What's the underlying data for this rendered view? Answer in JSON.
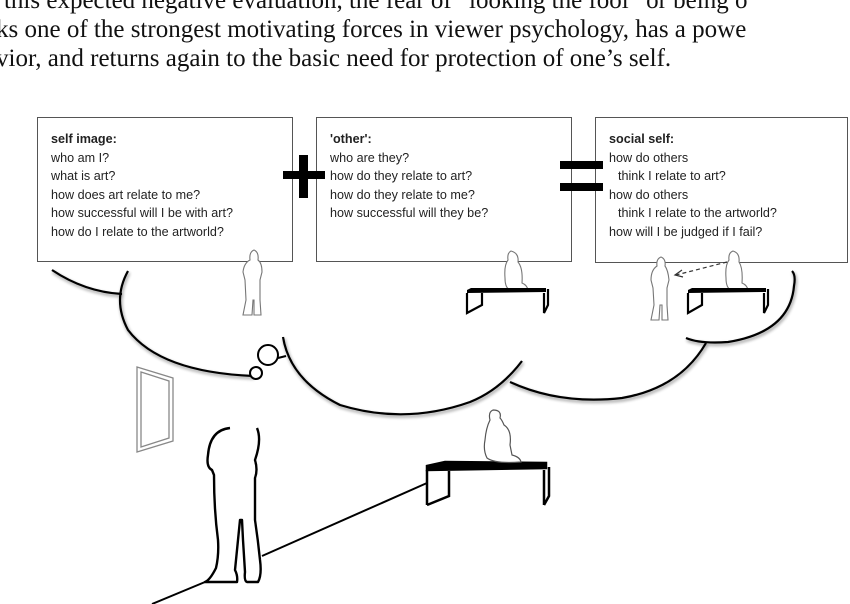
{
  "prose": {
    "lines": [
      "s this expected negative evaluation, the fear of “looking the fool” or being o",
      "ks one of the strongest motivating forces in viewer psychology, has a powe",
      "vior, and returns again to the basic need for protection of one’s self."
    ]
  },
  "diagram": {
    "operators": {
      "plus": "+",
      "equals": "="
    },
    "boxes": [
      {
        "title": "self image:",
        "lines": [
          {
            "text": "who am I?",
            "indent": false
          },
          {
            "text": "what is art?",
            "indent": false
          },
          {
            "text": "how does art relate to me?",
            "indent": false
          },
          {
            "text": "how successful will I be with art?",
            "indent": false
          },
          {
            "text": "how do I relate to the artworld?",
            "indent": false
          }
        ],
        "figure": "standing-person-icon"
      },
      {
        "title": "'other':",
        "lines": [
          {
            "text": "who are they?",
            "indent": false
          },
          {
            "text": "how do they relate to art?",
            "indent": false
          },
          {
            "text": "how do they relate to me?",
            "indent": false
          },
          {
            "text": "how successful will they be?",
            "indent": false
          }
        ],
        "figure": "seated-person-on-bench-icon"
      },
      {
        "title": "social self:",
        "lines": [
          {
            "text": "how do others",
            "indent": false
          },
          {
            "text": "think I relate to art?",
            "indent": true
          },
          {
            "text": "how do others",
            "indent": false
          },
          {
            "text": "think I relate to the artworld?",
            "indent": true
          },
          {
            "text": "how will I be judged if I fail?",
            "indent": false
          }
        ],
        "figure": "seated-person-gazing-at-standing-person-icon"
      }
    ],
    "scene": {
      "elements": [
        "thought-cloud",
        "thought-bubbles",
        "picture-frame",
        "viewer-silhouette",
        "bench",
        "seated-person",
        "floor-line"
      ]
    }
  }
}
